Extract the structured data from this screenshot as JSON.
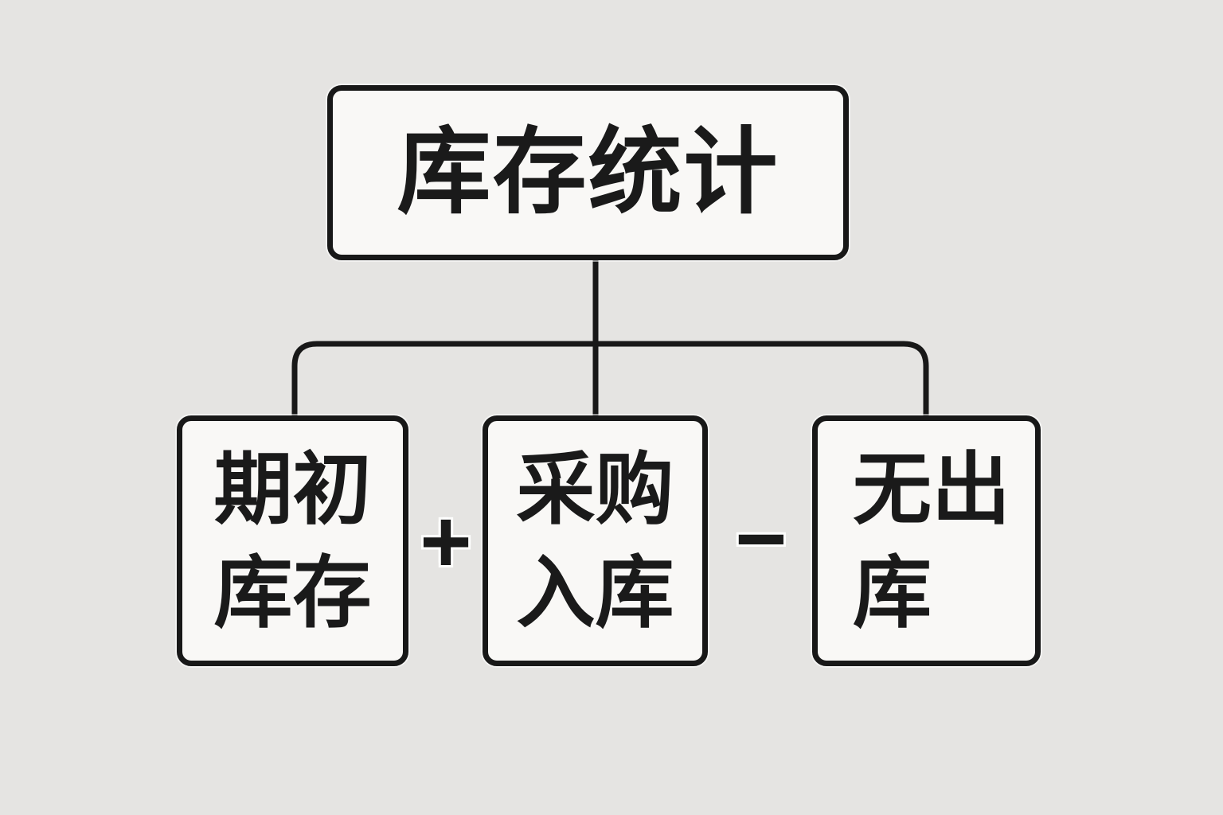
{
  "diagram": {
    "title": "库存统计",
    "nodes": [
      {
        "id": "beginning-inventory",
        "lines": [
          "期初",
          "库存"
        ]
      },
      {
        "id": "purchase-inbound",
        "lines": [
          "采购",
          "入库"
        ]
      },
      {
        "id": "no-outbound",
        "lines": [
          "无出",
          "库"
        ]
      }
    ],
    "operators": [
      {
        "name": "plus",
        "symbol": "+"
      },
      {
        "name": "minus",
        "symbol": "−"
      }
    ],
    "colors": {
      "background": "#e5e4e2",
      "box_fill": "#f9f8f6",
      "line": "#181818",
      "text": "#1a1a1a"
    }
  }
}
